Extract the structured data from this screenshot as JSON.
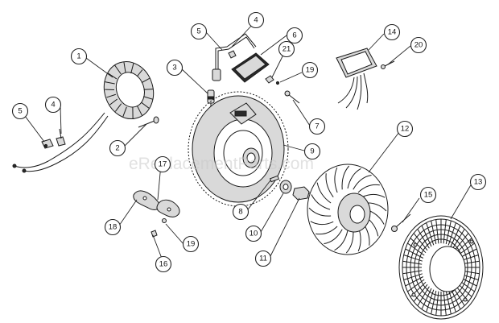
{
  "watermark": "eReplacementParts.com",
  "callouts": [
    {
      "n": "1"
    },
    {
      "n": "2"
    },
    {
      "n": "3"
    },
    {
      "n": "4"
    },
    {
      "n": "4"
    },
    {
      "n": "5"
    },
    {
      "n": "5"
    },
    {
      "n": "6"
    },
    {
      "n": "7"
    },
    {
      "n": "8"
    },
    {
      "n": "9"
    },
    {
      "n": "10"
    },
    {
      "n": "11"
    },
    {
      "n": "12"
    },
    {
      "n": "13"
    },
    {
      "n": "14"
    },
    {
      "n": "15"
    },
    {
      "n": "16"
    },
    {
      "n": "17"
    },
    {
      "n": "18"
    },
    {
      "n": "19"
    },
    {
      "n": "19"
    },
    {
      "n": "20"
    },
    {
      "n": "21"
    }
  ]
}
